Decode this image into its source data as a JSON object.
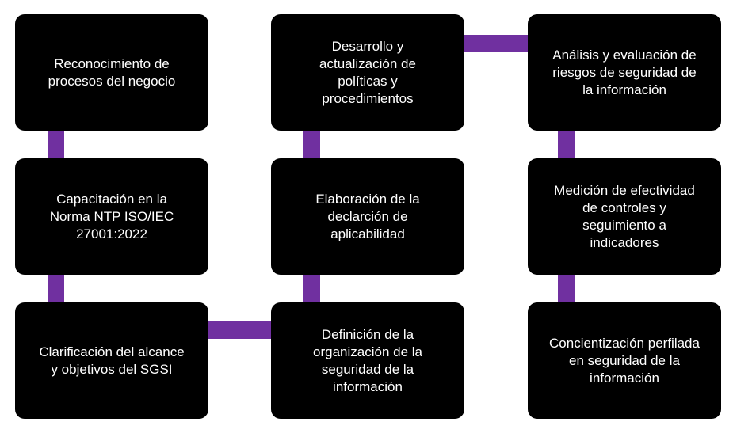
{
  "colors": {
    "box_fill": "#000000",
    "box_text": "#ffffff",
    "connector": "#7030A0",
    "background": "#ffffff"
  },
  "steps": [
    {
      "text": "Reconocimiento de\nprocesos del negocio"
    },
    {
      "text": "Capacitación en la\nNorma NTP ISO/IEC\n27001:2022"
    },
    {
      "text": "Clarificación del alcance\ny objetivos del SGSI"
    },
    {
      "text": "Definición de la\norganización de la\nseguridad de la\ninformación"
    },
    {
      "text": "Elaboración de la\ndeclarción de\naplicabilidad"
    },
    {
      "text": "Desarrollo y\nactualización  de\npolíticas y\nprocedimientos"
    },
    {
      "text": "Análisis y evaluación de\nriesgos de seguridad de\nla información"
    },
    {
      "text": "Medición de efectividad\nde controles y\nseguimiento a\nindicadores"
    },
    {
      "text": "Concientización perfilada\nen seguridad de la\ninformación"
    }
  ]
}
